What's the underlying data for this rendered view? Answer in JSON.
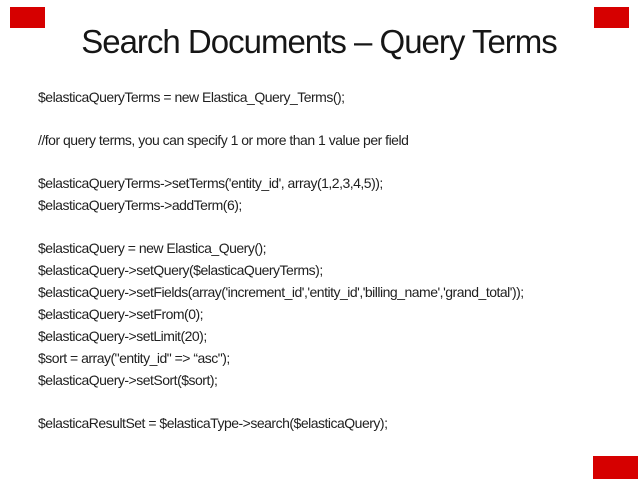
{
  "slide": {
    "title": "Search Documents – Query Terms"
  },
  "colors": {
    "background": "#ffffff",
    "corner_marker": "#d60000",
    "title_text": "#161616",
    "body_text": "#1f1f1f"
  },
  "code": {
    "blocks": [
      [
        "$elasticaQueryTerms = new Elastica_Query_Terms();"
      ],
      [
        "//for query terms, you can specify 1 or more than 1 value per field"
      ],
      [
        "$elasticaQueryTerms->setTerms('entity_id', array(1,2,3,4,5));",
        "$elasticaQueryTerms->addTerm(6);"
      ],
      [
        "$elasticaQuery = new Elastica_Query();",
        "$elasticaQuery->setQuery($elasticaQueryTerms);",
        "$elasticaQuery->setFields(array('increment_id','entity_id','billing_name','grand_total'));",
        "$elasticaQuery->setFrom(0);",
        "$elasticaQuery->setLimit(20);",
        "$sort = array(\"entity_id\" => “asc\");",
        "$elasticaQuery->setSort($sort);"
      ],
      [
        "$elasticaResultSet = $elasticaType->search($elasticaQuery);"
      ]
    ]
  }
}
